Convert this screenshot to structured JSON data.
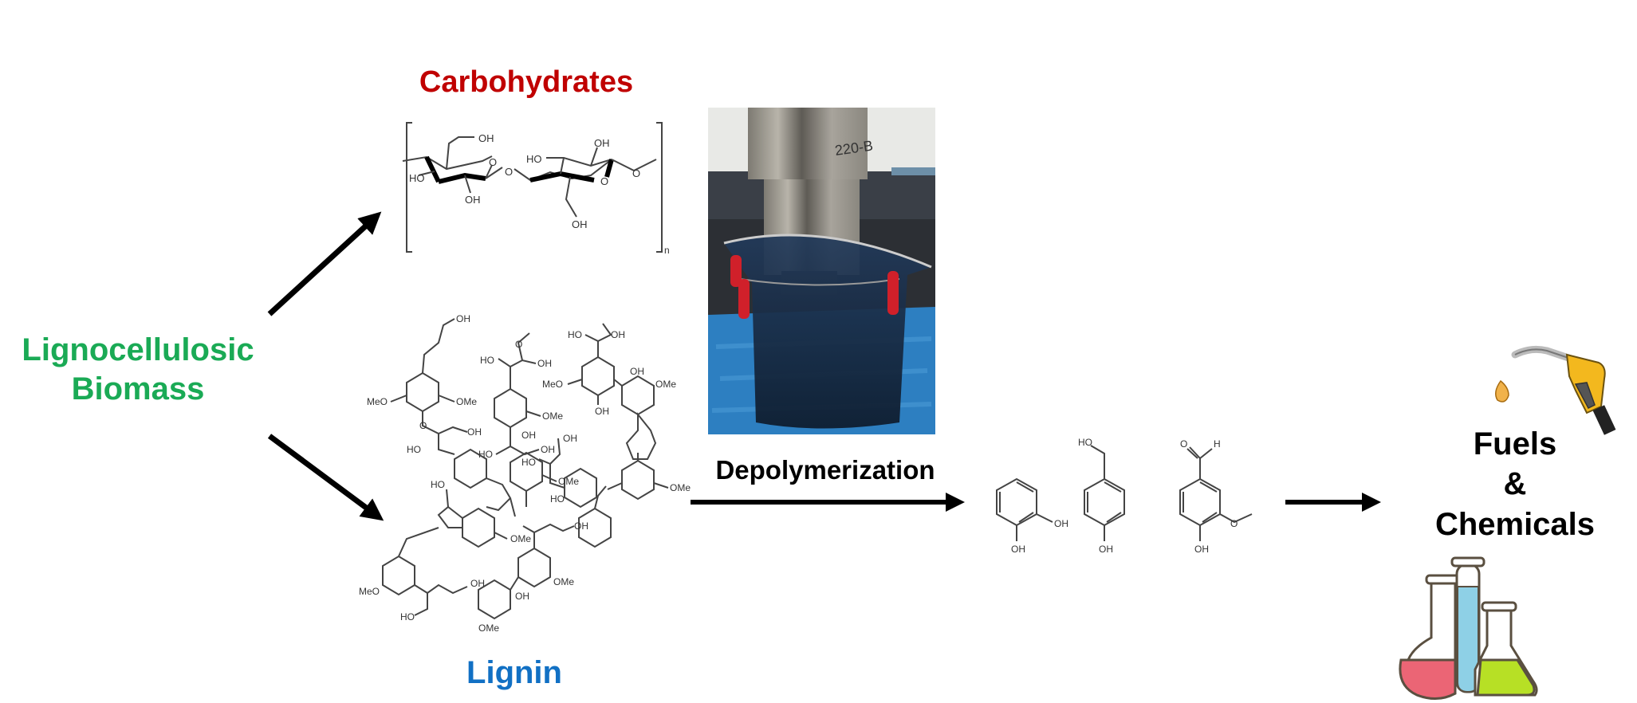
{
  "diagram": {
    "title": "Lignocellulosic biomass valorization scheme",
    "colors": {
      "biomass": "#1aaa55",
      "carbohydrates": "#c00000",
      "lignin": "#1170c4",
      "text": "#000000",
      "arrow": "#000000"
    },
    "nodes": {
      "source": {
        "label_line1": "Lignocellulosic",
        "label_line2": "Biomass"
      },
      "carbohydrates": {
        "label": "Carbohydrates",
        "structure": "cellulose repeat unit",
        "atoms": [
          "OH",
          "HO",
          "O",
          "OH",
          "HO",
          "OH",
          "O",
          "OH",
          "O",
          "O"
        ],
        "repeat_subscript": "n"
      },
      "lignin": {
        "label": "Lignin",
        "structure": "lignin polymer fragment",
        "atoms": [
          "OH",
          "MeO",
          "OMe",
          "OH",
          "HO",
          "HO",
          "OH",
          "HO",
          "OH",
          "OMe",
          "HO",
          "OMe",
          "HO",
          "OH",
          "MeO",
          "OMe",
          "OH",
          "OH",
          "OH",
          "OH",
          "HO",
          "OMe",
          "HO",
          "OMe",
          "MeO",
          "OH",
          "HO",
          "OMe",
          "OH",
          "OMe",
          "OH",
          "HO",
          "O"
        ]
      },
      "process": {
        "label": "Depolymerization",
        "photo_caption": "sonication probe in beaker",
        "probe_engraving": "220-B"
      },
      "monomers": [
        {
          "name": "catechol",
          "groups": [
            "OH",
            "OH"
          ]
        },
        {
          "name": "4-hydroxybenzyl alcohol",
          "groups": [
            "HO",
            "OH"
          ]
        },
        {
          "name": "vanillin",
          "groups": [
            "O",
            "H",
            "O",
            "OH"
          ]
        }
      ],
      "products": {
        "line1": "Fuels",
        "line2": "&",
        "line3": "Chemicals",
        "icons": [
          "fuel-nozzle-icon",
          "lab-flasks-icon"
        ]
      }
    },
    "edges": [
      {
        "from": "source",
        "to": "carbohydrates"
      },
      {
        "from": "source",
        "to": "lignin"
      },
      {
        "from": "lignin",
        "to": "monomers",
        "label": "Depolymerization"
      },
      {
        "from": "monomers",
        "to": "products"
      }
    ]
  }
}
